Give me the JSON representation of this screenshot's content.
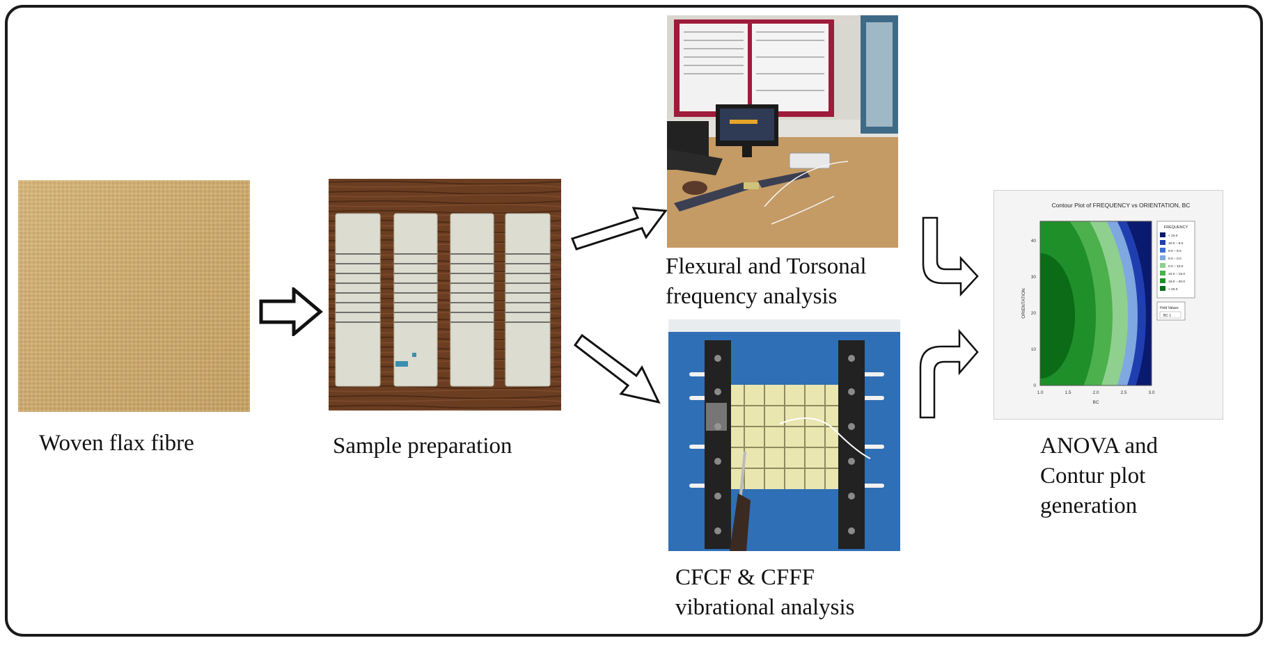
{
  "labels": {
    "flax": "Woven flax fibre",
    "sample": "Sample preparation",
    "flexural_line1": "Flexural and Torsonal",
    "flexural_line2": "frequency analysis",
    "cfcf_line1": "CFCF & CFFF",
    "cfcf_line2": "vibrational analysis",
    "anova_line1": "ANOVA and",
    "anova_line2": "Contur plot",
    "anova_line3": "generation"
  },
  "contour_plot": {
    "title": "Contour Plot of FREQUENCY vs ORIENTATION, BC",
    "ylabel": "ORIENTATION",
    "xlabel": "BC",
    "x_ticks": [
      "1.0",
      "1.5",
      "2.0",
      "2.5",
      "3.0"
    ],
    "y_ticks": [
      "0",
      "10",
      "20",
      "30",
      "40"
    ],
    "legend_title": "FREQUENCY",
    "legend_items": [
      "< 10.0",
      "10.0 – 9.0",
      "9.0 – 8.0",
      "8.0 – 0.0",
      "0.0 – 10.0",
      "10.0 – 15.0",
      "15.0 – 20.0",
      "> 20.0"
    ],
    "legend_colors": [
      "#0a1a6e",
      "#1f3fb0",
      "#3d6fd0",
      "#7fa8e0",
      "#8fd08f",
      "#4cb04c",
      "#1f8f2a",
      "#0b6b17"
    ],
    "hold_title": "Hold Values",
    "hold_value": "BC 1"
  },
  "colors": {
    "frame": "#1a1a1a",
    "flax": "#cfae72",
    "table": "#6b3e22",
    "specimen": "#dcdcd0",
    "fixture": "#2f6fb5",
    "plate": "#e9e6b0"
  }
}
